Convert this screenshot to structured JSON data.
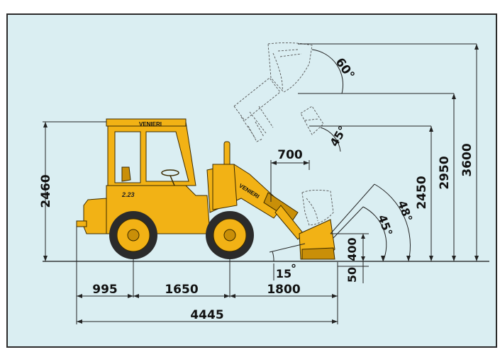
{
  "colors": {
    "background": "#daeef2",
    "frame": "#2a2a2a",
    "machine": "#f2b215",
    "machine_dark": "#c98f08",
    "line": "#222222"
  },
  "machine": {
    "brand_cab": "VENIERI",
    "brand_boom": "VENIERI",
    "model": "2.23"
  },
  "dimensions": {
    "overall_height": "2460",
    "front_overhang": "995",
    "wheelbase": "1650",
    "front_to_bucket": "1800",
    "overall_length": "4445",
    "reach": "700",
    "dump_angle": "60",
    "dump_angle_mid": "45",
    "rollback_angle": "48",
    "rollback_angle_low": "45",
    "approach_angle": "15",
    "bucket_height": "400",
    "dig_depth": "50",
    "dump_height": "2450",
    "pin_height": "2950",
    "max_height": "3600"
  }
}
